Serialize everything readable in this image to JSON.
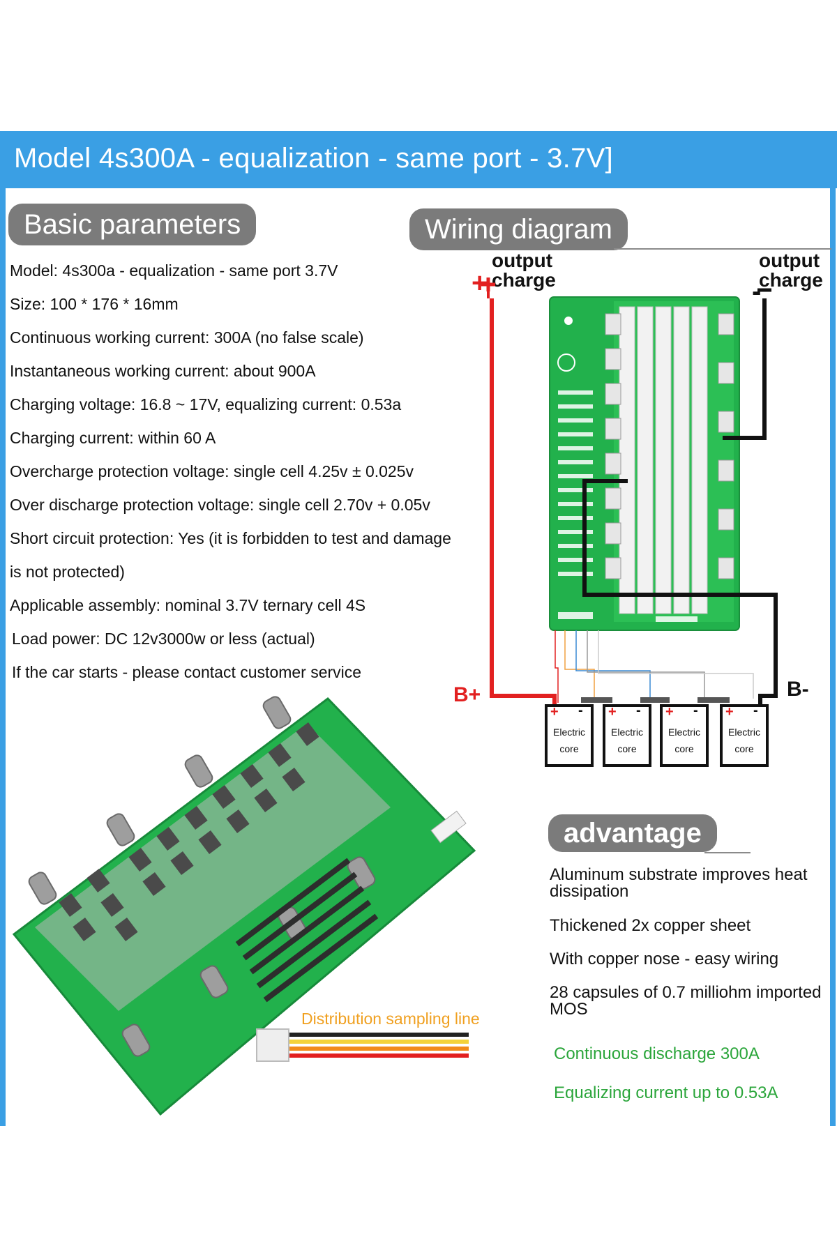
{
  "header": {
    "title": "Model 4s300A - equalization - same port - 3.7V]"
  },
  "basic": {
    "heading": "Basic parameters",
    "params": [
      "Model: 4s300a - equalization - same port 3.7V",
      "Size: 100 * 176 * 16mm",
      "Continuous working current: 300A (no false scale)",
      "Instantaneous working current: about 900A",
      "Charging voltage: 16.8 ~ 17V, equalizing current: 0.53a",
      "Charging current: within 60 A",
      "Overcharge protection voltage: single cell 4.25v ± 0.025v",
      "Over discharge protection voltage: single cell 2.70v + 0.05v",
      "Short circuit protection: Yes (it is forbidden to test and damage",
      "is not protected)",
      "Applicable assembly: nominal 3.7V ternary cell 4S",
      "Load power: DC 12v3000w or less (actual)",
      "If the car starts - please contact customer service"
    ]
  },
  "wiring": {
    "heading": "Wiring diagram",
    "left_terminal": {
      "line1": "output",
      "line2": "charge",
      "sign": "+"
    },
    "right_terminal": {
      "line1": "output",
      "line2": "charge",
      "sign": "-"
    },
    "b_plus": "B+",
    "b_minus": "B-",
    "cells": [
      {
        "line1": "Electric",
        "line2": "core",
        "plus": "+",
        "minus": "-"
      },
      {
        "line1": "Electric",
        "line2": "core",
        "plus": "+",
        "minus": "-"
      },
      {
        "line1": "Electric",
        "line2": "core",
        "plus": "+",
        "minus": "-"
      },
      {
        "line1": "Electric",
        "line2": "core",
        "plus": "+",
        "minus": "-"
      }
    ]
  },
  "photo": {
    "caption": "Distribution sampling line"
  },
  "advantage": {
    "heading": "advantage",
    "items": [
      "Aluminum substrate improves heat dissipation",
      "Thickened 2x copper sheet",
      "With copper nose - easy wiring",
      "28 capsules of 0.7 milliohm imported MOS"
    ],
    "highlights": [
      "Continuous discharge 300A",
      "Equalizing current up to 0.53A"
    ]
  },
  "colors": {
    "header_blue": "#3a9fe4",
    "pill_gray": "#7b7b7b",
    "pcb_green": "#22b14c",
    "wire_red": "#e22020",
    "highlight_green": "#2aa53a",
    "caption_orange": "#f0a020"
  }
}
